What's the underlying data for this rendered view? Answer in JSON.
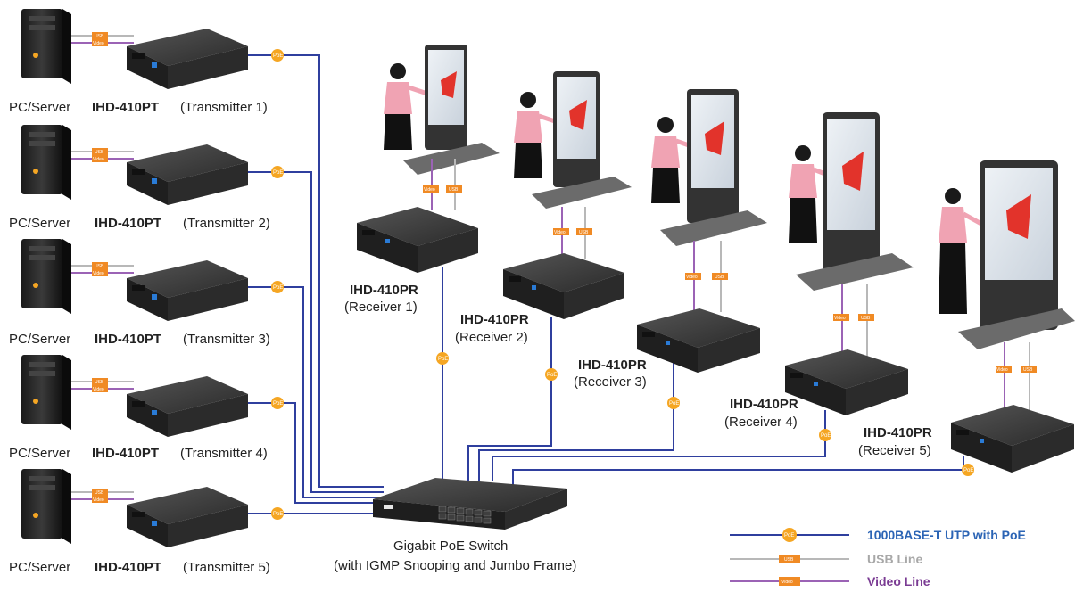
{
  "transmitters": [
    {
      "pc_label": "PC/Server",
      "model": "IHD-410PT",
      "role": "(Transmitter 1)"
    },
    {
      "pc_label": "PC/Server",
      "model": "IHD-410PT",
      "role": "(Transmitter 2)"
    },
    {
      "pc_label": "PC/Server",
      "model": "IHD-410PT",
      "role": "(Transmitter 3)"
    },
    {
      "pc_label": "PC/Server",
      "model": "IHD-410PT",
      "role": "(Transmitter 4)"
    },
    {
      "pc_label": "PC/Server",
      "model": "IHD-410PT",
      "role": "(Transmitter 5)"
    }
  ],
  "receivers": [
    {
      "model": "IHD-410PR",
      "role": "(Receiver 1)"
    },
    {
      "model": "IHD-410PR",
      "role": "(Receiver 2)"
    },
    {
      "model": "IHD-410PR",
      "role": "(Receiver 3)"
    },
    {
      "model": "IHD-410PR",
      "role": "(Receiver 4)"
    },
    {
      "model": "IHD-410PR",
      "role": "(Receiver 5)"
    }
  ],
  "switch": {
    "line1": "Gigabit PoE Switch",
    "line2": "(with IGMP Snooping and Jumbo Frame)"
  },
  "tags": {
    "usb": "USB",
    "video": "Video",
    "poe": "PoE"
  },
  "legend": {
    "poe_line": "1000BASE-T UTP with PoE",
    "usb_line": "USB Line",
    "video_line": "Video Line"
  },
  "colors": {
    "poe_line": "#2f3f9e",
    "usb_line": "#b8b8b8",
    "video_line": "#9b63b5",
    "poe_badge": "#f5a623",
    "tag_badge": "#f08a24"
  }
}
